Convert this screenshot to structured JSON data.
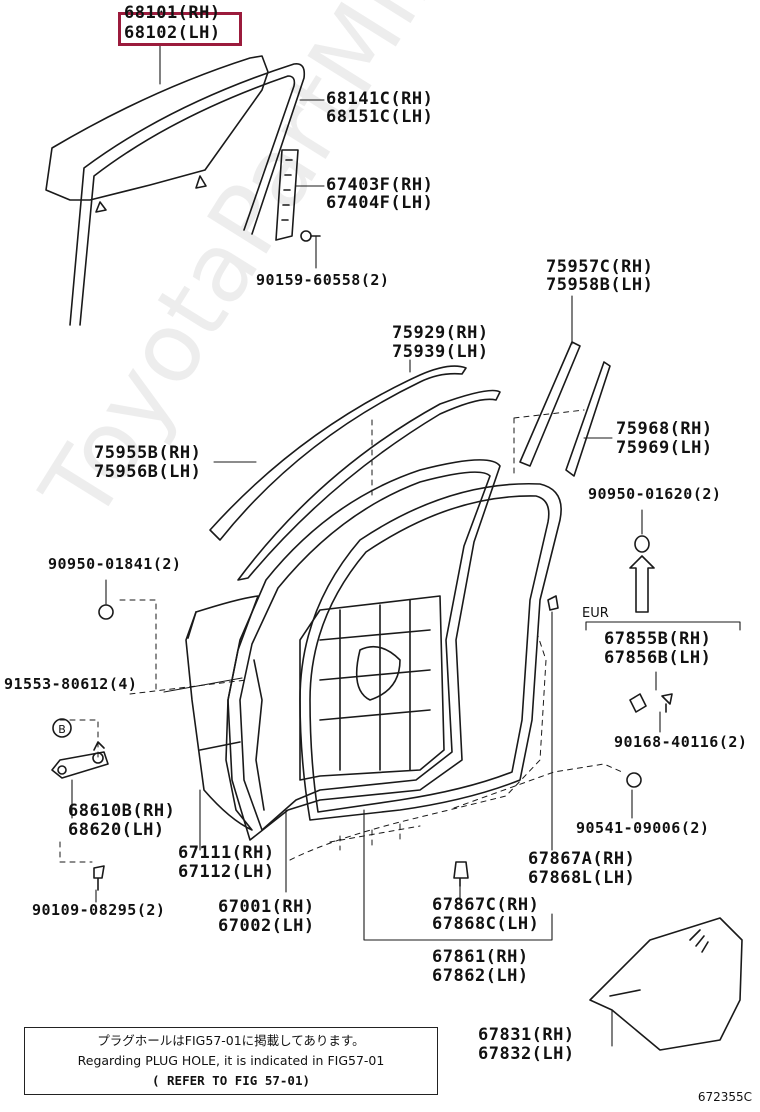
{
  "labels": {
    "p68101": "68101(RH)",
    "p68102": "68102(LH)",
    "p68141": "68141C(RH)",
    "p68151": "68151C(LH)",
    "p67403": "67403F(RH)",
    "p67404": "67404F(LH)",
    "p90159": "90159-60558(2)",
    "p75957": "75957C(RH)",
    "p75958": "75958B(LH)",
    "p75929": "75929(RH)",
    "p75939": "75939(LH)",
    "p75968": "75968(RH)",
    "p75969": "75969(LH)",
    "p75955": "75955B(RH)",
    "p75956": "75956B(LH)",
    "p90950a": "90950-01620(2)",
    "p90950b": "90950-01841(2)",
    "p67855": "67855B(RH)",
    "p67856": "67856B(LH)",
    "p91553": "91553-80612(4)",
    "p90168": "90168-40116(2)",
    "p68610": "68610B(RH)",
    "p68620": "68620(LH)",
    "p90541": "90541-09006(2)",
    "p67111": "67111(RH)",
    "p67112": "67112(LH)",
    "p67867a": "67867A(RH)",
    "p67868l": "67868L(LH)",
    "p90109": "90109-08295(2)",
    "p67001": "67001(RH)",
    "p67002": "67002(LH)",
    "p67867c": "67867C(RH)",
    "p67868c": "67868C(LH)",
    "p67861": "67861(RH)",
    "p67862": "67862(LH)",
    "p67831": "67831(RH)",
    "p67832": "67832(LH)"
  },
  "eur_label": "EUR",
  "b_marker": "B",
  "note": {
    "line1": "プラグホールはFIG57-01に掲載してあります。",
    "line2": "Regarding PLUG HOLE, it is indicated in FIG57-01",
    "line3": "( REFER TO FIG 57-01)"
  },
  "figure_number": "672355C",
  "watermark": "ToyotaPartMine.ru",
  "highlight_color": "#9b1b3c"
}
